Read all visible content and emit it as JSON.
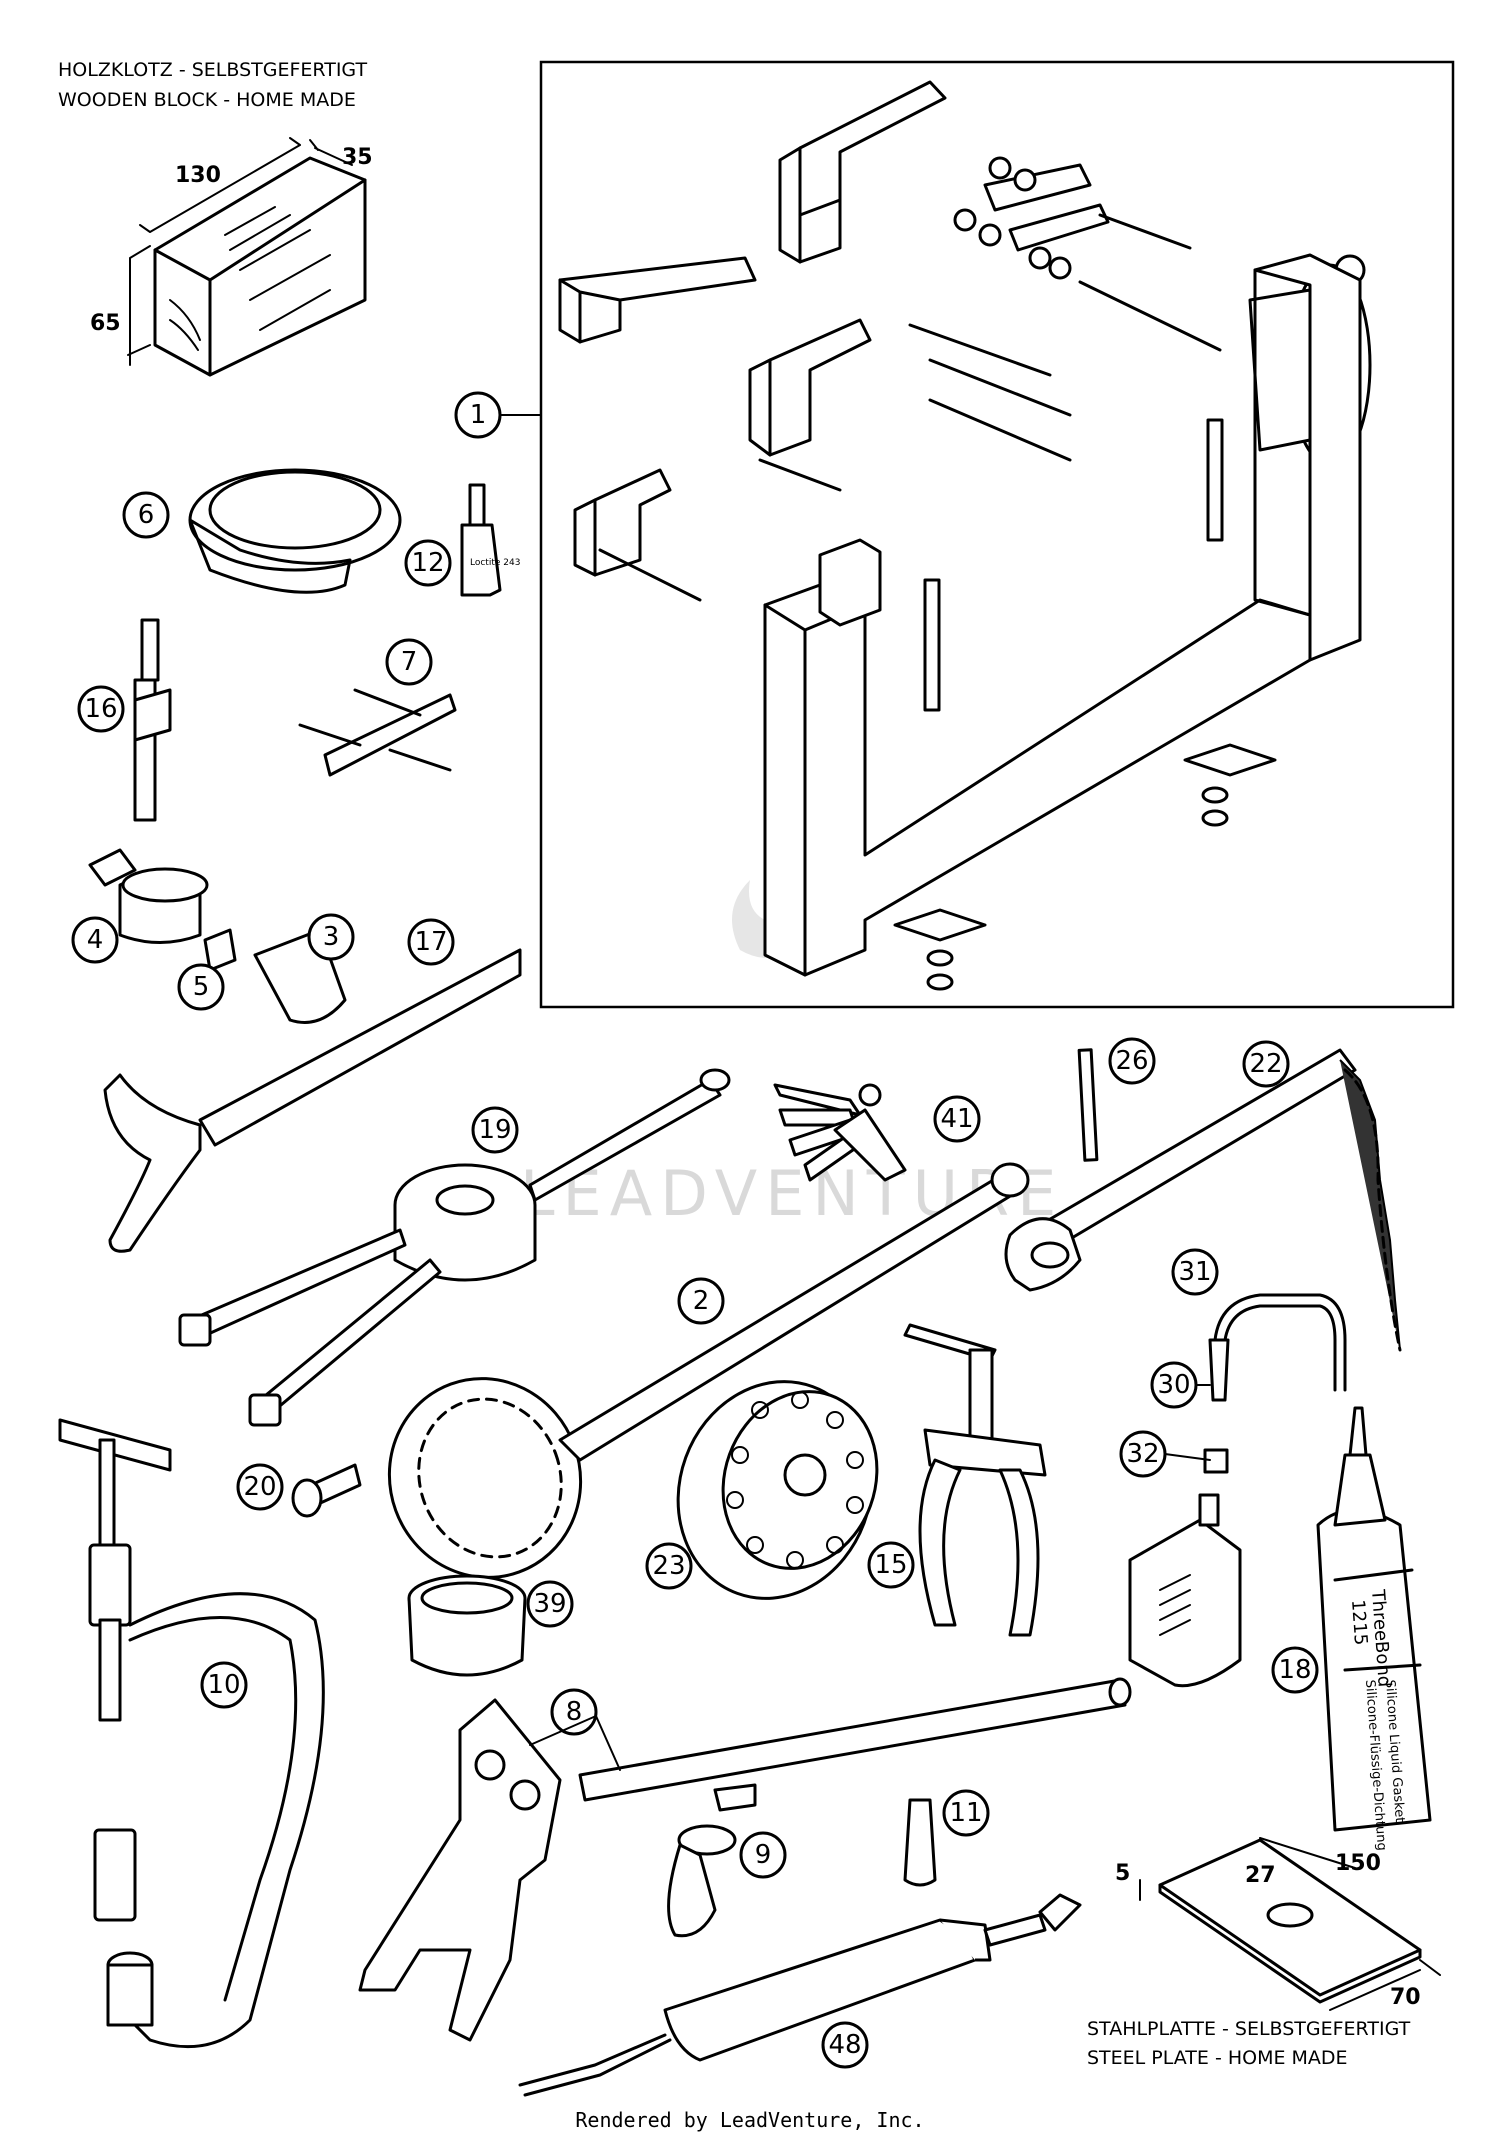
{
  "wooden_block": {
    "label_de": "HOLZKLOTZ - SELBSTGEFERTIGT",
    "label_en": "WOODEN BLOCK - HOME MADE",
    "dim_length": "130",
    "dim_depth": "35",
    "dim_height": "65"
  },
  "steel_plate": {
    "label_de": "STAHLPLATTE - SELBSTGEFERTIGT",
    "label_en": "STEEL PLATE - HOME MADE",
    "dim_thickness": "5",
    "dim_hole": "27",
    "dim_length": "150",
    "dim_width": "70"
  },
  "callouts": {
    "c1": "1",
    "c2": "2",
    "c3": "3",
    "c4": "4",
    "c5": "5",
    "c6": "6",
    "c7": "7",
    "c8": "8",
    "c9": "9",
    "c10": "10",
    "c11": "11",
    "c12": "12",
    "c15": "15",
    "c16": "16",
    "c17": "17",
    "c18": "18",
    "c19": "19",
    "c20": "20",
    "c22": "22",
    "c23": "23",
    "c26": "26",
    "c30": "30",
    "c31": "31",
    "c32": "32",
    "c39": "39",
    "c41": "41",
    "c48": "48"
  },
  "tube_label": {
    "brand": "ThreeBond",
    "code": "1215",
    "text1": "Silicone Liquid Gasket",
    "text2": "Silicone-Flüssige-Dichtung"
  },
  "bottle_label": "Loctite 243",
  "watermark": "LEADVENTURE",
  "footer": "Rendered by LeadVenture, Inc."
}
